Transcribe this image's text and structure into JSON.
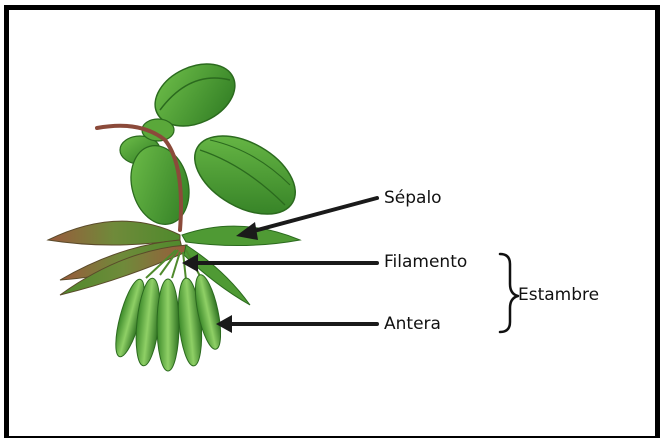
{
  "labels": {
    "sepalo": "Sépalo",
    "filamento": "Filamento",
    "antera": "Antera",
    "estambre": "Estambre"
  },
  "colors": {
    "border": "#000000",
    "arrow": "#1a1a1a",
    "leaf_green": "#3f8f2c",
    "leaf_dark": "#2b6a1e",
    "sepal_brown": "#8a5a3a",
    "stem": "#8b4a3a"
  }
}
